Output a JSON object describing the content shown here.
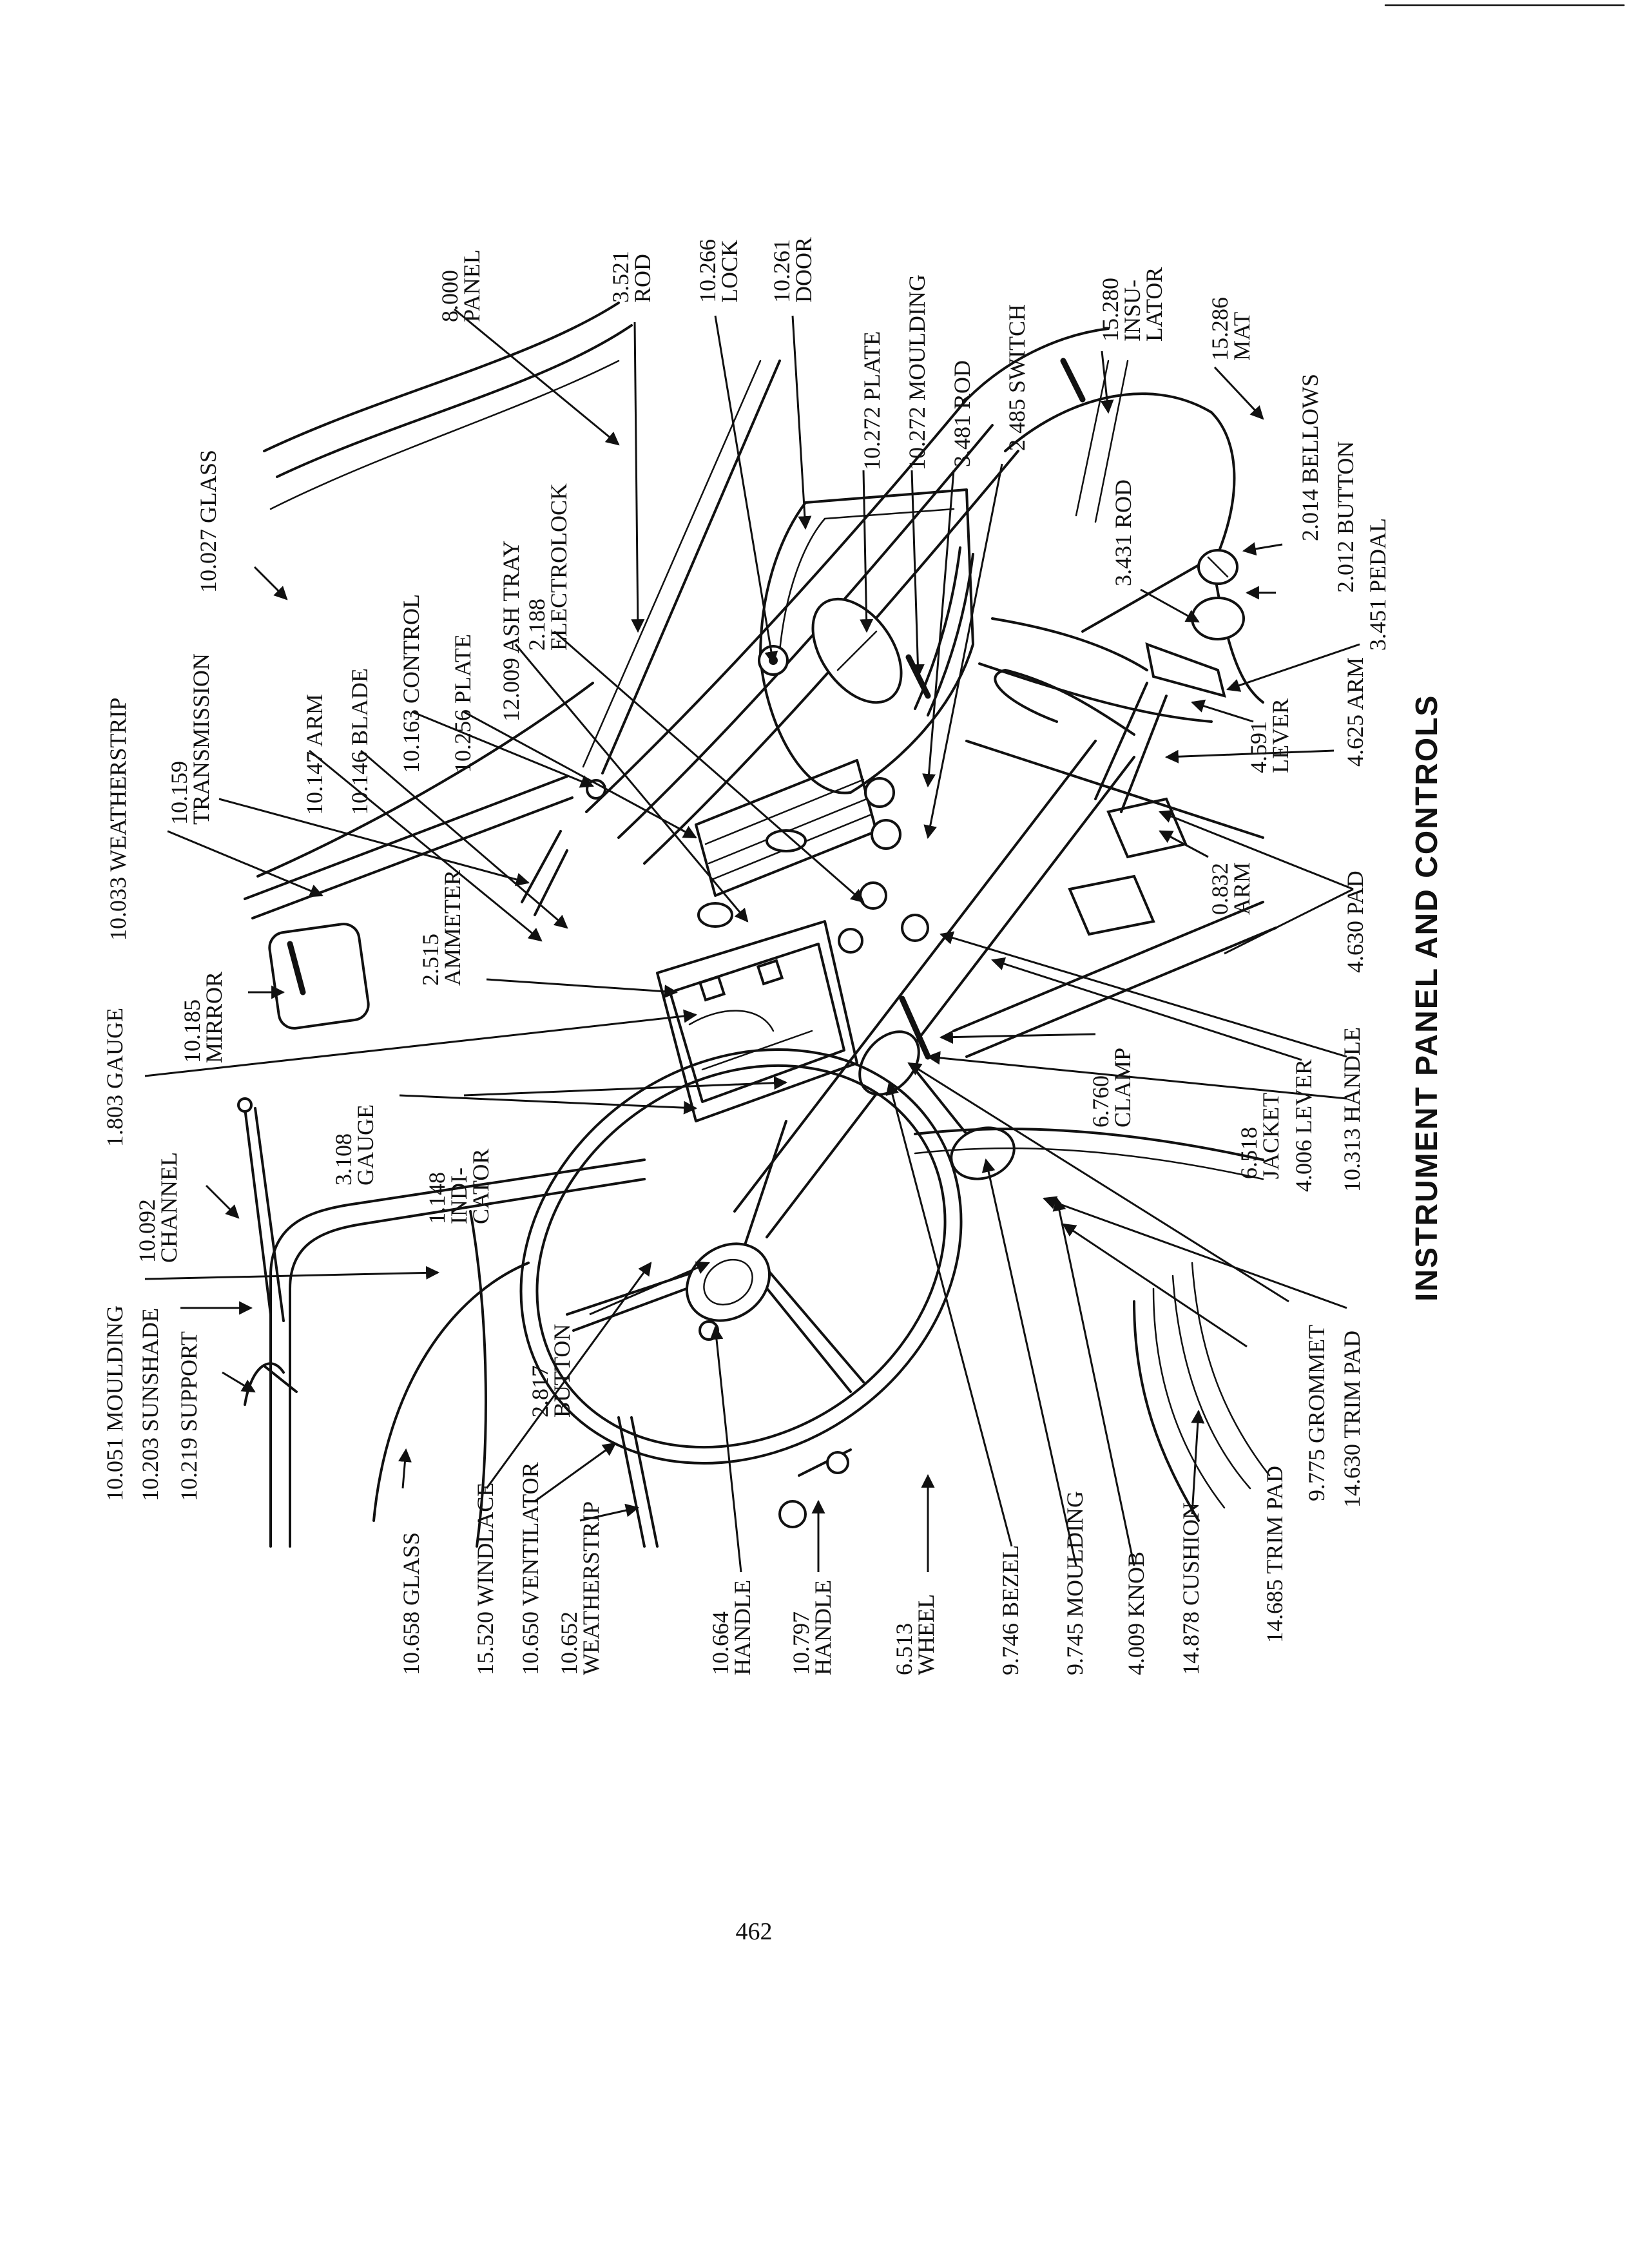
{
  "title": "INSTRUMENT PANEL AND CONTROLS",
  "page_number": "462",
  "labels": [
    {
      "l1": "10.027 GLASS"
    },
    {
      "l1": "8.000",
      "l2": "PANEL"
    },
    {
      "l1": "3.521",
      "l2": "ROD"
    },
    {
      "l1": "10.266",
      "l2": "LOCK"
    },
    {
      "l1": "10.261",
      "l2": "DOOR"
    },
    {
      "l1": "10.272 PLATE"
    },
    {
      "l1": "10.272 MOULDING"
    },
    {
      "l1": "3.481 ROD"
    },
    {
      "l1": "2.485 SWITCH"
    },
    {
      "l1": "15.280",
      "l2": "INSU-",
      "l3": "LATOR"
    },
    {
      "l1": "15.286",
      "l2": "MAT"
    },
    {
      "l1": "2.014 BELLOWS"
    },
    {
      "l1": "2.012 BUTTON"
    },
    {
      "l1": "3.451 PEDAL"
    },
    {
      "l1": "3.431 ROD"
    },
    {
      "l1": "4.591",
      "l2": "LEVER"
    },
    {
      "l1": "4.625 ARM"
    },
    {
      "l1": "0.832",
      "l2": "ARM"
    },
    {
      "l1": "4.630 PAD"
    },
    {
      "l1": "10.033 WEATHERSTRIP"
    },
    {
      "l1": "10.159",
      "l2": "TRANSMISSION"
    },
    {
      "l1": "10.147 ARM"
    },
    {
      "l1": "10.146 BLADE"
    },
    {
      "l1": "10.163 CONTROL"
    },
    {
      "l1": "10.256 PLATE"
    },
    {
      "l1": "12.009 ASH TRAY"
    },
    {
      "l1": "2.188",
      "l2": "ELECTROLOCK"
    },
    {
      "l1": "10.185",
      "l2": "MIRROR"
    },
    {
      "l1": "2.515",
      "l2": "AMMETER"
    },
    {
      "l1": "1.803 GAUGE"
    },
    {
      "l1": "3.108",
      "l2": "GAUGE"
    },
    {
      "l1": "1.148",
      "l2": "INDI-",
      "l3": "CATOR"
    },
    {
      "l1": "10.051 MOULDING"
    },
    {
      "l1": "10.203 SUNSHADE"
    },
    {
      "l1": "10.219 SUPPORT"
    },
    {
      "l1": "10.092",
      "l2": "CHANNEL"
    },
    {
      "l1": "6.760",
      "l2": "CLAMP"
    },
    {
      "l1": "6.518",
      "l2": "JACKET"
    },
    {
      "l1": "4.006 LEVER"
    },
    {
      "l1": "10.313 HANDLE"
    },
    {
      "l1": "14.630 TRIM PAD"
    },
    {
      "l1": "9.775 GROMMET"
    },
    {
      "l1": "14.685 TRIM PAD"
    },
    {
      "l1": "2.817",
      "l2": "BUTTON"
    },
    {
      "l1": "10.658 GLASS"
    },
    {
      "l1": "15.520 WINDLACE"
    },
    {
      "l1": "10.650 VENTILATOR"
    },
    {
      "l1": "10.652",
      "l2": "WEATHERSTRIP"
    },
    {
      "l1": "10.664",
      "l2": "HANDLE"
    },
    {
      "l1": "10.797",
      "l2": "HANDLE"
    },
    {
      "l1": "6.513",
      "l2": "WHEEL"
    },
    {
      "l1": "9.746 BEZEL"
    },
    {
      "l1": "9.745 MOULDING"
    },
    {
      "l1": "4.009 KNOB"
    },
    {
      "l1": "14.878 CUSHION"
    }
  ]
}
